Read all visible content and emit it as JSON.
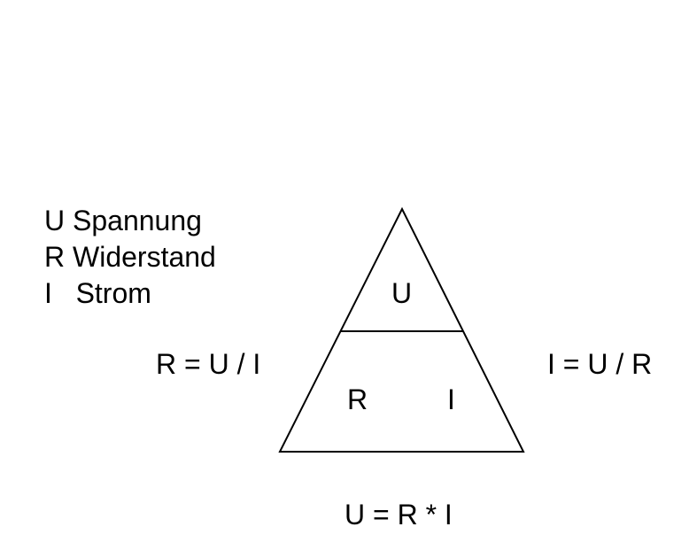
{
  "legend": {
    "u": "U Spannung",
    "r": "R Widerstand",
    "i": "I   Strom"
  },
  "formulas": {
    "resistance": "R = U / I",
    "current": "I = U / R",
    "voltage": "U = R * I"
  },
  "triangle": {
    "top_label": "U",
    "bottom_left_label": "R",
    "bottom_right_label": "I"
  },
  "colors": {
    "line": "#000000",
    "background": "#ffffff"
  }
}
